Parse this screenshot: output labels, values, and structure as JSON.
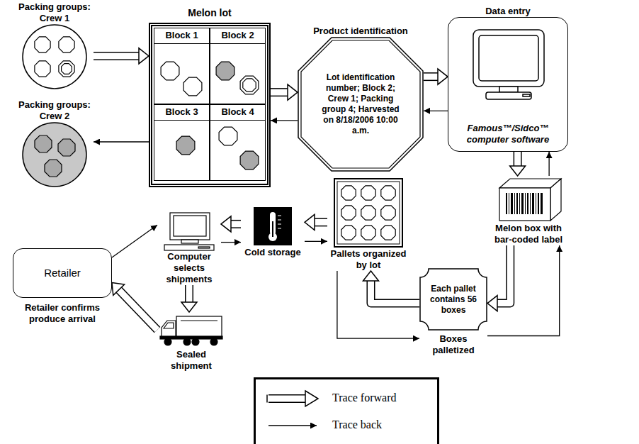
{
  "diagram": {
    "nodes": [
      {
        "text": [
          "Packing groups: Crew 1"
        ]
      },
      {
        "text": [
          "Packing groups: Crew 2"
        ]
      },
      {
        "text": [
          "Melon lot"
        ]
      },
      {
        "text": [
          "Block 1"
        ],
        "in": 2
      },
      {
        "text": [
          "Block 2"
        ],
        "in": 2
      },
      {
        "text": [
          "Block 3"
        ],
        "in": 2
      },
      {
        "text": [
          "Block 4"
        ],
        "in": 2
      },
      {
        "text": [
          "Product identification",
          "Lot identification number; Block 2; Crew 1; Packing group 4; Harvested on 8/18/2006 10:00 a.m."
        ]
      },
      {
        "text": [
          "Data entry",
          "Famous™/Sidco™ computer software"
        ]
      },
      {
        "text": [
          "Melon box with bar-coded label"
        ]
      },
      {
        "text": [
          "Each pallet contains 56 boxes",
          "Boxes palletized"
        ]
      },
      {
        "text": [
          "Pallets organized by lot"
        ]
      },
      {
        "text": [
          "Cold storage"
        ]
      },
      {
        "text": [
          "Computer selects shipments"
        ]
      },
      {
        "text": [
          "Sealed shipment"
        ]
      },
      {
        "text": [
          "Retailer",
          "Retailer confirms produce arrival"
        ]
      }
    ],
    "edges": [
      {
        "from": 0,
        "to": 2,
        "arrow": "to"
      },
      {
        "from": 2,
        "to": 1,
        "arrow": "to"
      },
      {
        "from": 2,
        "to": 7,
        "arrow": "to"
      },
      {
        "from": 7,
        "to": 2,
        "arrow": "to"
      },
      {
        "from": 7,
        "to": 8,
        "arrow": "to"
      },
      {
        "from": 8,
        "to": 7,
        "arrow": "to"
      },
      {
        "from": 8,
        "to": 9,
        "arrow": "to"
      },
      {
        "from": 9,
        "to": 8,
        "arrow": "to"
      },
      {
        "from": 9,
        "to": 10,
        "arrow": "to"
      },
      {
        "from": 10,
        "to": 9,
        "arrow": "to"
      },
      {
        "from": 10,
        "to": 11,
        "arrow": "to"
      },
      {
        "from": 11,
        "to": 10,
        "arrow": "to"
      },
      {
        "from": 11,
        "to": 12,
        "arrow": "to"
      },
      {
        "from": 12,
        "to": 11,
        "arrow": "to"
      },
      {
        "from": 12,
        "to": 13,
        "arrow": "to"
      },
      {
        "from": 13,
        "to": 12,
        "arrow": "to"
      },
      {
        "from": 13,
        "to": 14,
        "arrow": "to"
      },
      {
        "from": 14,
        "to": 15,
        "arrow": "to"
      },
      {
        "from": 15,
        "to": 13,
        "arrow": "to"
      }
    ],
    "legend": [
      {
        "text": "Trace forward"
      },
      {
        "text": "Trace back"
      }
    ]
  }
}
